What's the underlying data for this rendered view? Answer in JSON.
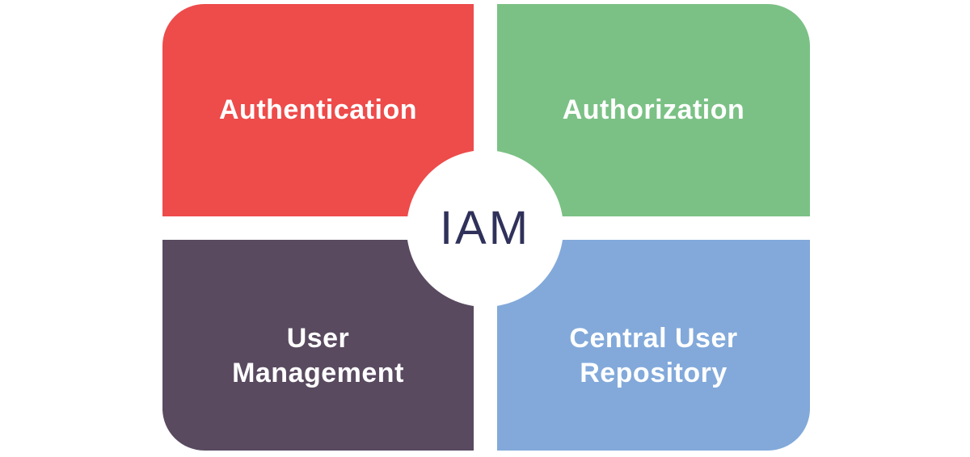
{
  "diagram": {
    "background_color": "#ffffff",
    "label_text_color": "#ffffff",
    "center": {
      "label": "IAM",
      "text_color": "#30315a",
      "circle_color": "#ffffff"
    },
    "quadrants": [
      {
        "name": "authentication",
        "label": "Authentication",
        "color": "#ee4b4b",
        "position": "top-left"
      },
      {
        "name": "authorization",
        "label": "Authorization",
        "color": "#7bc185",
        "position": "top-right"
      },
      {
        "name": "user-management",
        "label": "User\nManagement",
        "color": "#594a60",
        "position": "bottom-left"
      },
      {
        "name": "central-user-repository",
        "label": "Central User\nRepository",
        "color": "#82a9da",
        "position": "bottom-right"
      }
    ]
  }
}
